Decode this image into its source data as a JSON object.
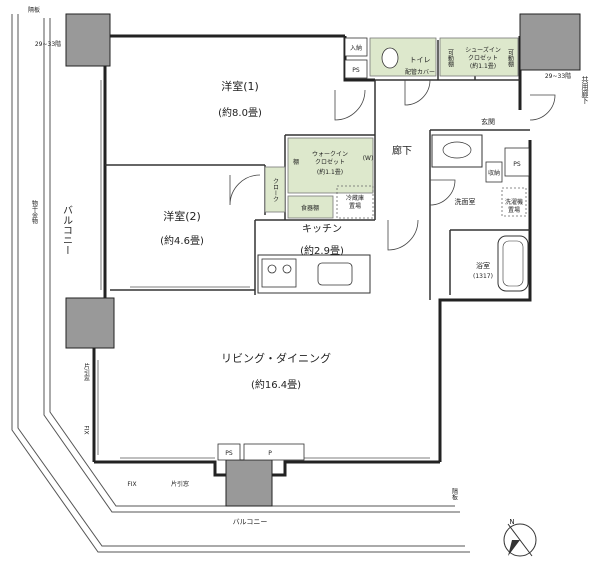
{
  "rooms": {
    "western_room_1": {
      "name": "洋室(1)",
      "area": "(約8.0畳)"
    },
    "western_room_2": {
      "name": "洋室(2)",
      "area": "(約4.6畳)"
    },
    "walk_in_closet": {
      "name": "ウォークイン\nクロゼット",
      "area": "(約1.1畳)",
      "w": "(W)",
      "shelf": "棚"
    },
    "kitchen": {
      "name": "キッチン",
      "area": "(約2.9畳)"
    },
    "living_dining": {
      "name": "リビング・ダイニング",
      "area": "(約16.4畳)"
    },
    "hallway": {
      "name": "廊下"
    },
    "entrance": {
      "name": "玄関"
    },
    "toilet": {
      "name": "トイレ",
      "sub": "配管カバー"
    },
    "washroom": {
      "name": "洗面室"
    },
    "bathroom": {
      "name": "浴室",
      "size": "(1317)"
    },
    "shoes_in_closet": {
      "name": "シューズイン\nクロゼット",
      "area": "(約1.1畳)"
    },
    "balcony_west": {
      "name": "バルコニー"
    },
    "balcony_south": {
      "name": "バルコニー"
    }
  },
  "fixtures": {
    "storage": "入納",
    "ps_top": "PS",
    "ps_right": "PS",
    "ps_balcony": "PS",
    "p_balcony": "P",
    "cloak": "クローク",
    "pantry": "食器棚",
    "fridge": "冷蔵庫\n置場",
    "movable_shelf_left": "可動棚",
    "movable_shelf_right": "可動棚",
    "washer": "洗濯機\n置場",
    "storage_small": "収納"
  },
  "notes": {
    "partition_left": "隔板",
    "partition_right": "隔板",
    "floors_left": "29~33階",
    "floors_right": "29~33階",
    "shared_hallway": "共用廊下",
    "drying_hardware": "物干金物",
    "sliding_window_1": "片引窓",
    "sliding_window_2": "片引窓",
    "fix_1": "FIX",
    "fix_2": "FIX",
    "north": "N"
  }
}
